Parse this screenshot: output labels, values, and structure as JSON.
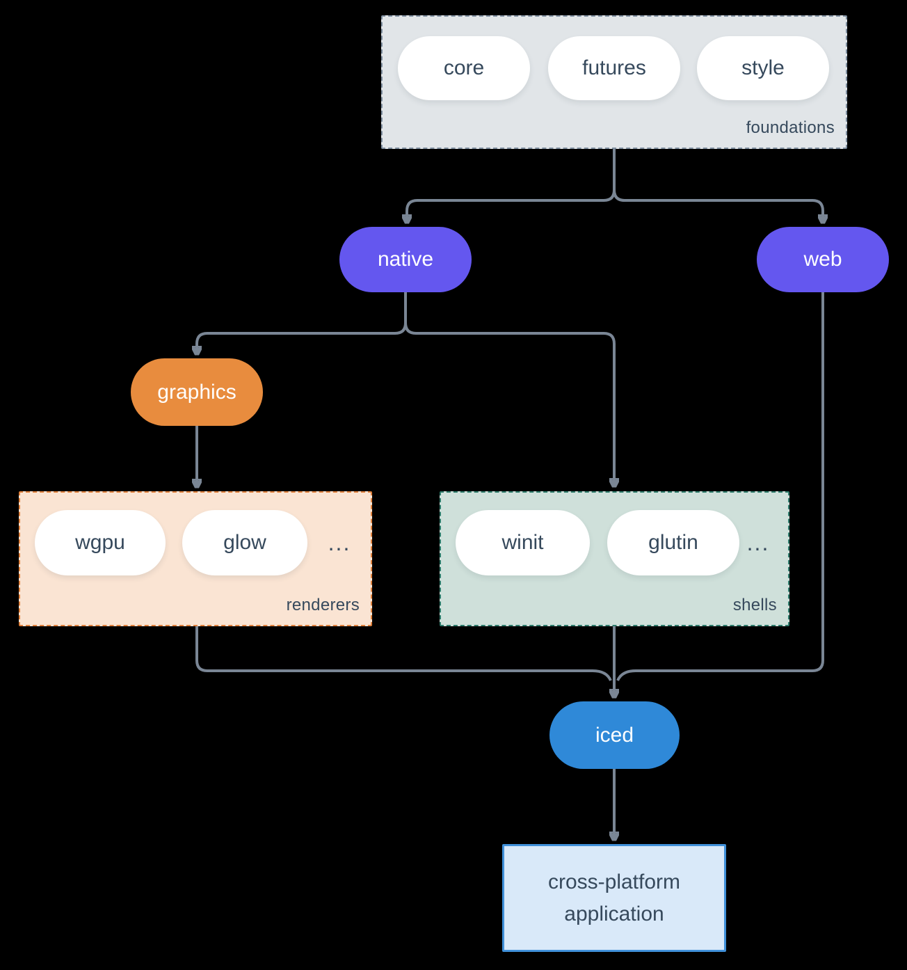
{
  "palette": {
    "background": "#000000",
    "connector_line": "#7a8695",
    "dark_text": "#36495c",
    "pill_white_bg": "#ffffff",
    "purple_node": "#6457ef",
    "orange_node": "#e88c3e",
    "blue_node": "#2f89d8",
    "foundations_bg": "#e1e5e8",
    "foundations_border": "#7f8fa0",
    "renderers_bg": "#fae4d3",
    "renderers_border": "#e0813c",
    "shells_bg": "#cfe0da",
    "shells_border": "#2e7c6c",
    "application_bg": "#d9e9f9",
    "application_border": "#4090d9"
  },
  "foundations": {
    "label": "foundations",
    "pills": [
      "core",
      "futures",
      "style"
    ]
  },
  "nodes": {
    "native": "native",
    "web": "web",
    "graphics": "graphics",
    "iced": "iced"
  },
  "renderers": {
    "label": "renderers",
    "pills": [
      "wgpu",
      "glow"
    ],
    "ellipsis": "..."
  },
  "shells": {
    "label": "shells",
    "pills": [
      "winit",
      "glutin"
    ],
    "ellipsis": "..."
  },
  "application": {
    "line1": "cross-platform",
    "line2": "application"
  }
}
